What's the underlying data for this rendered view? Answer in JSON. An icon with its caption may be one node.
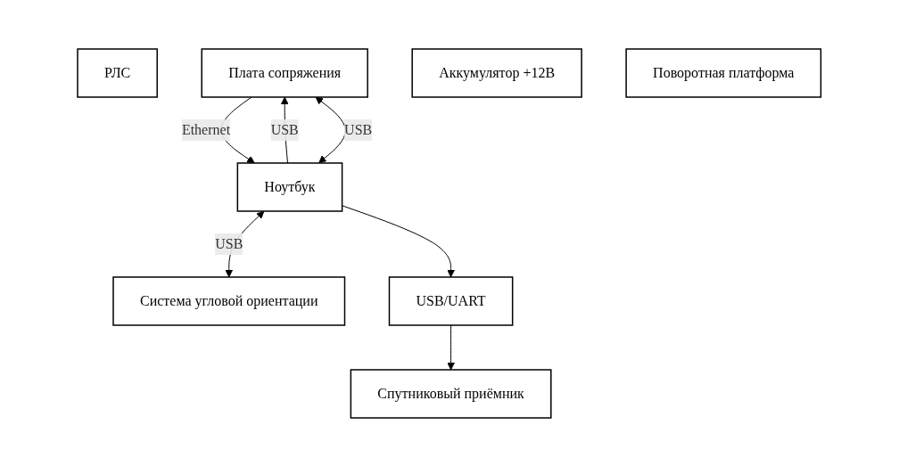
{
  "diagram": {
    "nodes": [
      {
        "text": [
          "РЛС"
        ]
      },
      {
        "text": [
          "Плата сопряжения"
        ]
      },
      {
        "text": [
          "Аккумулятор +12В"
        ]
      },
      {
        "text": [
          "Спутниковый приёмник"
        ]
      },
      {
        "text": [
          "Система угловой ориентации"
        ]
      },
      {
        "text": [
          "Поворотная платформа"
        ]
      },
      {
        "text": [
          "Ноутбук"
        ]
      },
      {
        "text": [
          "USB/UART"
        ]
      }
    ],
    "edges": [
      {
        "from": 6,
        "to": 1,
        "arrow": "to",
        "label": "USB"
      },
      {
        "from": 1,
        "to": 6,
        "arrow": "to",
        "label": "Ethernet"
      },
      {
        "from": 6,
        "to": 1,
        "arrow": "both",
        "label": "USB"
      },
      {
        "from": 6,
        "to": 4,
        "arrow": "both",
        "label": "USB"
      },
      {
        "from": 6,
        "to": 7,
        "arrow": "to"
      },
      {
        "from": 7,
        "to": 3,
        "arrow": "to"
      }
    ]
  }
}
